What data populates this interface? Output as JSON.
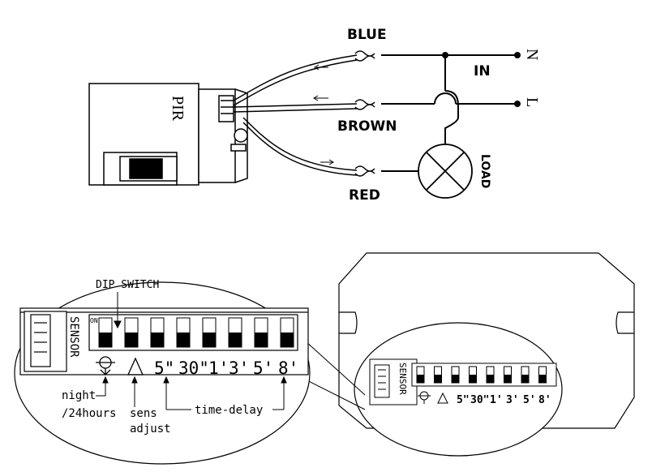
{
  "wiring": {
    "wire_blue": "BLUE",
    "wire_brown": "BROWN",
    "wire_red": "RED",
    "supply_label": "IN",
    "terminal_n": "N",
    "terminal_l": "L",
    "load_label": "LOAD",
    "device_label": "PIR"
  },
  "dip_detail": {
    "title": "DIP SWITCH",
    "on_label": "ON",
    "sensor_label": "SENSOR",
    "switch_labels": [
      "5\"",
      "30\"",
      "1'",
      "3'",
      "5'",
      "8'"
    ],
    "night_label_1": "night",
    "night_label_2": "/24hours",
    "sens_label_1": "sens",
    "sens_label_2": "adjust",
    "time_label": "time-delay"
  },
  "module": {
    "sensor_label": "SENSOR",
    "switch_labels": [
      "5\"",
      "30\"",
      "1'",
      "3'",
      "5'",
      "8'"
    ]
  }
}
